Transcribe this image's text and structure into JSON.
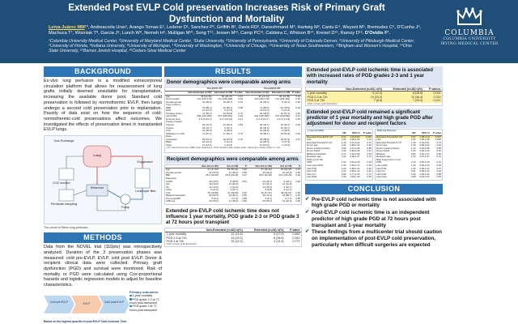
{
  "header": {
    "title": "Extended Post EVLP Cold preservation Increases Risk of Primary Graft Dysfunction and Mortality",
    "authors_lead": "Leiva-Juárez MM",
    "authors_rest": "¹*, Andreacorla Urso¹, Arango Tomas E¹, Lederer D¹, Sanchez P², Griffith B², Davis RD³, Daneshmand M³, Hartwig M³, Cantu E⁴, Weyant M⁵, Bremudez C⁶, D'Cunha J⁶, Machuca T⁷, Wozniak T⁸, Garcia J⁹, Lunch W⁸, Nemeh H⁹, Mulligan M¹⁰, Song T¹¹, Jessen M¹², Camp PC¹³, Caldeira C, Whitson B¹⁴, Kreisel D¹⁵, Ramzy D¹⁶, ",
    "authors_last": "D'Ovidio F¹.",
    "affiliations": "¹Columbia University Medical Center, ²University of Maryland Medical Center, ³Duke University, ⁴University of Pennsylvania, ⁵University of Colorado Denver, ⁶University of Pittsburgh Medical Center, ⁷University of Florida, ⁸Indiana University, ⁹University of Michigan, ¹⁰University of Washington, ¹¹University of Chicago, ¹²University of Texas Southwestern, ¹³Brigham and Women's Hospital, ¹⁴Ohio State University, ¹⁵Barnes Jewish Hospital, ¹⁶Cedars-Sinai Medical Center",
    "logo_name": "COLUMBIA",
    "logo_sub1": "COLUMBIA UNIVERSITY",
    "logo_sub2": "IRVING MEDICAL CENTER"
  },
  "background": {
    "heading": "BACKGROUND",
    "text": "Ex-vivo lung perfusion is a modified extracorporeal circulation platform that allows for reassessment of lung grafts initially deemed unsuitable for transplantation, increasing the available donor pool. Standard cold preservation is followed by normothermic EVLP, then lungs undergo a second cold preservation prior to implantation. Paucity of data exist on how the sequence of cold-normothermic-cold preservations affect outcomes. We investigated the effects of preservation times in transplanted EVLP lungs.",
    "diagram_labels": [
      "Gas Exchange",
      "Reservoir",
      "Lung",
      "Pump",
      "Leukocyte filter",
      "Oxygenator",
      "CO2 monitor",
      "Perfusate sampling"
    ],
    "diagram_caption": "The circuit of Steen lung perfusion"
  },
  "methods": {
    "heading": "METHODS",
    "text": "Data from the NOVEL trial (110pts) was retrospectively analyzed. Duration of the 3 preservation phases was measured: cold pre-EVLP, EVLP, cold post EVLP. Donor & recipient clinical data were collected. Primary graft dysfunction (PGD) and survival were monitored. Risk of mortality or PGD were calculated using Cox-proportional hazards and logistic regression models to adjust for baseline characteristics.",
    "flow_labels": [
      "Cold pre-EVLP",
      "EVLP",
      "Cold post-EVLP"
    ],
    "primary_heading": "Primary outcomes:",
    "primary_items": [
      "1-year mortality",
      "PGD grade 2-3 at 72 hours post-transplant",
      "PGD grade 3 at 72 hours post-transplant"
    ],
    "flow_caption": "Based on the highest quartile of post-EVLP Cold ischemic Time"
  },
  "results": {
    "heading": "RESULTS",
    "donor_title": "Donor demographics were comparable among arms",
    "donor_table": {
      "groups": [
        "Pre-EVLP CIT",
        "Post-EVLP CIT"
      ],
      "headers": [
        "",
        "Non-Extended (n=82)",
        "Extended (n=28)",
        "P value",
        "Non-Extended (n=82)",
        "Extended (n=28)",
        "P value"
      ],
      "rows": [
        [
          "Age",
          "35 (20-45)",
          "36 (25-47)",
          "0.57",
          "34 (21-44)",
          "38 (24-49)",
          "0.33"
        ],
        [
          "Donor height",
          "170 (163-178)",
          "172 (165-180)",
          "0.49",
          "170 (162-178)",
          "173 (166-181)",
          "0.29"
        ],
        [
          "Female gender",
          "32 (39.0)",
          "10 (35.7)",
          "0.76",
          "33 (40.2)",
          "9 (32.1)",
          "0.45"
        ],
        [
          "Type of donor",
          "",
          "",
          "",
          "",
          "",
          ""
        ],
        [
          "  DBD",
          "70 (85.4)",
          "23 (82.1)",
          "0.68",
          "71 (86.6)",
          "22 (78.6)",
          "0.32"
        ],
        [
          "  DCD",
          "12 (14.6)",
          "5 (17.9)",
          "",
          "11 (13.4)",
          "6 (21.4)",
          ""
        ],
        [
          "Smoking history",
          "41 (50.0)",
          "15 (53.6)",
          "0.74",
          "40 (48.8)",
          "16 (57.1)",
          "0.45"
        ],
        [
          "Last PaO2",
          "289 (210-380)",
          "276 (198-361)",
          "0.52",
          "291 (215-385)",
          "270 (190-350)",
          "0.31"
        ],
        [
          "Ischemic time",
          "4.8 (3.9-6.2)",
          "5.1 (4.2-6.6)",
          "0.41",
          "4.9 (3.9-6.1)",
          "5.0 (4.1-6.8)",
          "0.63"
        ],
        [
          "Cause of death",
          "",
          "",
          "",
          "",
          "",
          ""
        ],
        [
          "  Trauma",
          "34 (41.5)",
          "11 (39.3)",
          "0.84",
          "35 (42.7)",
          "10 (35.7)",
          "0.52"
        ],
        [
          "  Anoxia",
          "26 (31.7)",
          "9 (32.1)",
          "",
          "25 (30.5)",
          "10 (35.7)",
          ""
        ],
        [
          "  CVA",
          "22 (26.8)",
          "8 (28.6)",
          "",
          "22 (26.8)",
          "8 (28.6)",
          ""
        ],
        [
          "Infiltrates on CXR",
          "47 (57.3)",
          "17 (60.7)",
          "0.75",
          "46 (56.1)",
          "18 (64.3)",
          "0.45"
        ],
        [
          "Race",
          "",
          "",
          "",
          "",
          "",
          ""
        ],
        [
          "  Caucasian",
          "50 (61.0)",
          "18 (64.3)",
          "0.76",
          "49 (59.8)",
          "19 (67.9)",
          "0.47"
        ],
        [
          "  Black",
          "20 (24.4)",
          "6 (21.4)",
          "",
          "21 (25.6)",
          "5 (17.9)",
          ""
        ],
        [
          "  Other",
          "12 (14.6)",
          "4 (14.3)",
          "",
          "12 (14.6)",
          "4 (14.3)",
          ""
        ]
      ],
      "caption": "CIT: cold ischemic time; DBD: brain dead donor; DCD: donation after cardiac death. Values are median (IQR) or n (%)."
    },
    "recip_title": "Recipient demographics were comparable among arms",
    "recip_table": {
      "headers": [
        "",
        "Non-Ext (n=82)",
        "Ext (n=28)",
        "P",
        "Non-Ext (n=82)",
        "Ext (n=28)",
        "P"
      ],
      "rows": [
        [
          "Age",
          "57 (47-63)",
          "59 (50-64)",
          "0.38",
          "57 (46-63)",
          "60 (52-65)",
          "0.21"
        ],
        [
          "Female gender",
          "31 (37.8)",
          "11 (39.3)",
          "0.89",
          "30 (36.6)",
          "12 (42.9)",
          "0.55"
        ],
        [
          "BMI",
          "25.1 (22-28)",
          "25.8 (23-29)",
          "0.47",
          "25.0 (22-28)",
          "26.1 (23-29)",
          "0.30"
        ],
        [
          "Diagnosis",
          "",
          "",
          "",
          "",
          "",
          ""
        ],
        [
          "  COPD",
          "25 (30.5)",
          "8 (28.6)",
          "0.81",
          "24 (29.3)",
          "9 (32.1)",
          "0.66"
        ],
        [
          "  ILD",
          "36 (43.9)",
          "13 (46.4)",
          "",
          "37 (45.1)",
          "12 (42.9)",
          ""
        ],
        [
          "  CF",
          "12 (14.6)",
          "4 (14.3)",
          "",
          "13 (15.9)",
          "3 (10.7)",
          ""
        ],
        [
          "  Other",
          "9 (11.0)",
          "3 (10.7)",
          "",
          "8 (9.8)",
          "4 (14.3)",
          ""
        ],
        [
          "LAS",
          "45 (38-58)",
          "47 (39-60)",
          "0.52",
          "45 (37-57)",
          "48 (40-61)",
          "0.35"
        ],
        [
          "Bilateral transplant",
          "66 (80.5)",
          "23 (82.1)",
          "0.85",
          "65 (79.3)",
          "24 (85.7)",
          "0.46"
        ],
        [
          "Pre-op ECMO",
          "5 (6.1)",
          "2 (7.1)",
          "0.85",
          "5 (6.1)",
          "2 (7.1)",
          "0.85"
        ],
        [
          "CPB use",
          "30 (36.6)",
          "11 (39.3)",
          "0.80",
          "29 (35.4)",
          "12 (42.9)",
          "0.48"
        ]
      ]
    },
    "ext_title": "Extended pre-EVLP cold ischemic time does not influence 1 year mortality, PGD grade 2-3 or PGD grade 3 at 72 hours post transplant",
    "ext_table": {
      "headers": [
        "",
        "Non-Extended (n=82) n(%)",
        "Extended (n=28) n(%)",
        "P value"
      ],
      "rows": [
        [
          "1-year mortality",
          "12 (14.6)",
          "5 (17.9)",
          "0.682"
        ],
        [
          "PGD 2-3 at 72h",
          "24 (29.3)",
          "8 (28.6)",
          "0.943"
        ],
        [
          "PGD 3 at 72h",
          "10 (12.2)",
          "4 (14.3)",
          "0.772"
        ]
      ],
      "footer": "PGD: primary graft dysfunction"
    }
  },
  "right": {
    "assoc_title": "Extended post-EVLP cold ischemic time is associated with increased rates of PGD grades 2-3 and 1 year mortality",
    "assoc_table": {
      "headers": [
        "",
        "Non-Extended (n=82) n(%)",
        "Extended (n=28) n(%)",
        "P values"
      ],
      "rows": [
        [
          "1 year mortality",
          "9 (11.0)",
          "8 (28.6)",
          "0.024"
        ],
        [
          "PGD 2-3 at 72h",
          "19 (23.2)",
          "13 (46.4)",
          "0.019"
        ],
        [
          "PGD 3 at 72h",
          "7 (8.5)",
          "7 (25.0)",
          "0.022"
        ]
      ],
      "footer": "PGD: primary graft dysfunction"
    },
    "pred_title": "Extended post-EVLP cold remained a significant predictor of 1 year mortality and high grade PGD after adjustment for donor and recipient factors",
    "pred_left": {
      "caption": "1-year mortality",
      "headers": [
        "",
        "HR",
        "95% CI",
        "P value"
      ],
      "rows": [
        [
          "Extended Post-EVLP CIT",
          "3.21",
          "1.24-8.32",
          "0.016"
        ],
        [
          "LAS",
          "1.02",
          "1.00-1.04",
          "0.11"
        ],
        [
          "Extended Pre-EVLP CIT",
          "1.18",
          "0.41-3.42",
          "0.76"
        ],
        [
          "Donor age",
          "1.01",
          "0.98-1.04",
          "0.52"
        ],
        [
          "Donor smoking history",
          "0.93",
          "0.37-2.36",
          "0.88"
        ],
        [
          "Donor PaO2",
          "1.00",
          "0.99-1.00",
          "0.47"
        ],
        [
          "Bilateral transplant",
          "0.71",
          "0.24-2.09",
          "0.53"
        ],
        [
          "Recipient age",
          "1.03",
          "0.99-1.07",
          "0.14"
        ],
        [
          "PGD 2-3 at 72h",
          "",
          "",
          ""
        ],
        [
          "CPB",
          "1.62",
          "0.61-4.29",
          "0.33"
        ],
        [
          "Last mean RAP",
          "1.04",
          "0.95-1.14",
          "0.39"
        ],
        [
          "Last PVR",
          "1.00",
          "0.99-1.01",
          "0.60"
        ],
        [
          "Last CVP",
          "1.01",
          "0.93-1.10",
          "0.81"
        ],
        [
          "Last CO",
          "0.96",
          "0.77-1.20",
          "0.72"
        ],
        [
          "Last SVR",
          "1.00",
          "1.00-1.00",
          "0.45"
        ]
      ]
    },
    "pred_right": {
      "caption": "PGD 3 at 72 hours",
      "headers": [
        "",
        "OR",
        "95% CI",
        "P value"
      ],
      "rows": [
        [
          "Extended Post-EVLP CIT",
          "3.57",
          "1.08-11.8",
          "0.037"
        ],
        [
          "LAS",
          "1.03",
          "1.00-1.06",
          "0.048"
        ],
        [
          "Extended Pre-EVLP CIT",
          "1.26",
          "0.34-4.61",
          "0.73"
        ],
        [
          "Donor age",
          "1.00",
          "0.96-1.04",
          "0.94"
        ],
        [
          "Donor smoking history",
          "1.12",
          "0.35-3.58",
          "0.85"
        ],
        [
          "Donor PaO2",
          "1.00",
          "0.99-1.00",
          "0.32"
        ],
        [
          "Bilateral",
          "0.84",
          "0.22-3.21",
          "0.80"
        ],
        [
          "Recipient age",
          "1.02",
          "0.97-1.07",
          "0.44"
        ],
        [
          "Both lungs travel on ice",
          "",
          "",
          ""
        ],
        [
          "CPB",
          "2.10",
          "0.65-6.79",
          "0.21"
        ],
        [
          "Last pAO2",
          "1.00",
          "0.99-1.00",
          "0.28"
        ],
        [
          "Last PVR",
          "1.00",
          "0.99-1.01",
          "0.67"
        ],
        [
          "Last CO",
          "0.91",
          "0.68-1.22",
          "0.53"
        ],
        [
          "Last SVR",
          "1.00",
          "1.00-1.00",
          "0.58"
        ],
        [
          "Last Cdyn",
          "0.98",
          "0.94-1.02",
          "0.35"
        ]
      ]
    },
    "concl_heading": "CONCLUSION",
    "conclusions": [
      "Pre-EVLP cold ischemic time is not associated with high grade PGD or mortality",
      "Post-EVLP cold ischemic time is an independent predictor of high grade PGD at 72 hours post transplant and 1-year mortality",
      "These findings from a multicenter trial should caution on implementation of post-EVLP cold preservation, particularly when difficult surgeries are expected"
    ]
  },
  "colors": {
    "header_bg": "#1f4e79",
    "banner_bg": "#2e75b6",
    "subheading_bg": "#dbe6f2",
    "highlight": "#fff2a8"
  }
}
